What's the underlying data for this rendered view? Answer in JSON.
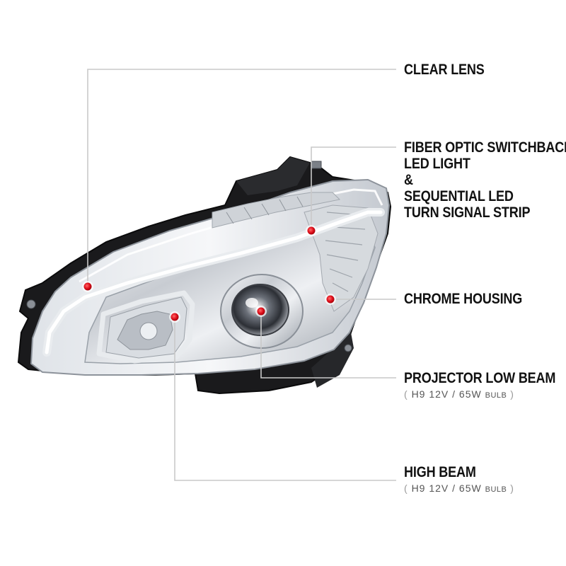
{
  "callouts": {
    "clear_lens": {
      "label": "CLEAR LENS"
    },
    "fiber_optic": {
      "lines": [
        "FIBER OPTIC SWITCHBACK",
        "LED LIGHT",
        "&",
        "SEQUENTIAL LED",
        "TURN SIGNAL STRIP"
      ]
    },
    "chrome_housing": {
      "label": "CHROME HOUSING"
    },
    "projector_low_beam": {
      "label": "PROJECTOR LOW BEAM",
      "spec": {
        "open": "(",
        "main": "H9  12V / 65W",
        "unit": "BULB",
        "close": ")"
      }
    },
    "high_beam": {
      "label": "HIGH BEAM",
      "spec": {
        "open": "(",
        "main": "H9  12V / 65W",
        "unit": "BULB",
        "close": ")"
      }
    }
  },
  "colors": {
    "marker": "#e0101c",
    "leader_line": "#c9c9c9",
    "label_text": "#111111"
  }
}
